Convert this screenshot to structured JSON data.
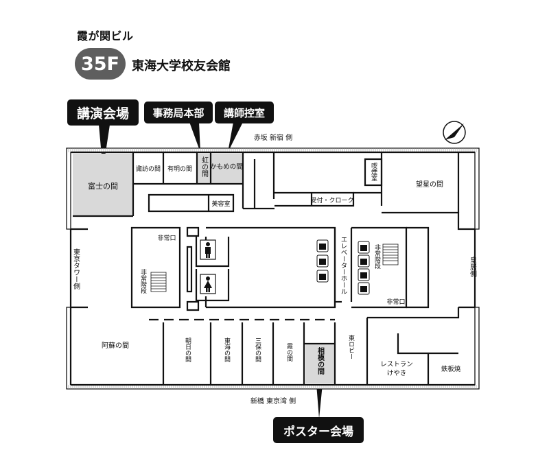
{
  "header": {
    "building": "霞が関ビル",
    "floor_badge": "35F",
    "floor_name": "東海大学校友会館"
  },
  "callouts": {
    "main_hall": "講演会場",
    "office": "事務局本部",
    "speaker_room": "講師控室",
    "poster_hall": "ポスター会場"
  },
  "directions": {
    "top": "赤坂 新宿 側",
    "bottom": "新橋 東京湾 側",
    "left": "東京タワー側",
    "right": "皇居側"
  },
  "rooms": {
    "fuji": "富士の間",
    "suwa": "諏訪の間",
    "ariake": "有明の間",
    "niji": "虹の間",
    "kamome": "かもめの間",
    "biyoshitsu": "美容室",
    "uketsuke": "受付・クローク",
    "kitsuen": "喫煙室",
    "bosei": "望星の間",
    "hijoguchi_l": "非常口",
    "hijokaidan_l": "非常階段",
    "elevator_hall": "エレベーターホール",
    "hijokaidan_r": "非常階段",
    "hijoguchi_r": "非常口",
    "aso": "阿蘇の間",
    "asahi": "朝日の間",
    "tokai": "東海の間",
    "miho": "三保の間",
    "kasumi": "霞の間",
    "sagami": "相模の間",
    "higashi_lobby": "東ロビー",
    "restaurant_1": "レストラン",
    "restaurant_2": "けやき",
    "teppanyaki": "鉄板焼"
  }
}
